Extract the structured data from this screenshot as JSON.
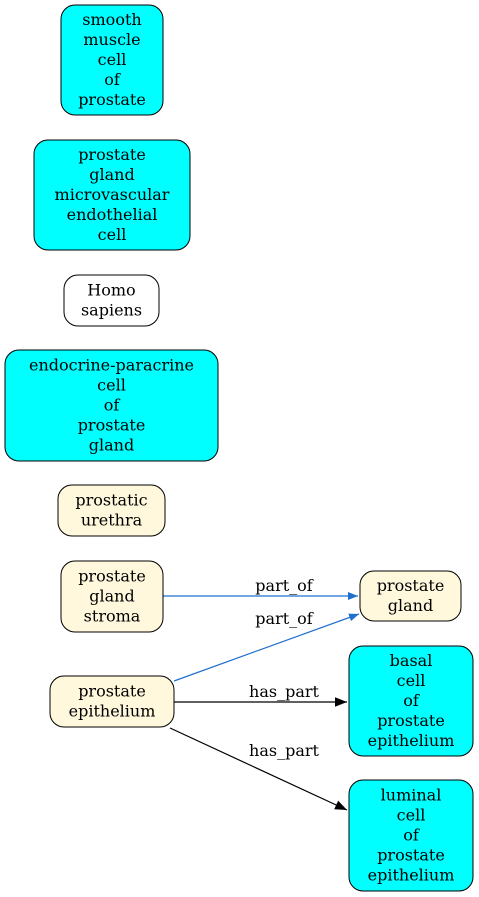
{
  "graph": {
    "nodes": [
      {
        "id": "smooth_muscle",
        "lines": [
          "smooth",
          "muscle",
          "cell",
          "of",
          "prostate"
        ],
        "fill": "#00ffff"
      },
      {
        "id": "microvascular",
        "lines": [
          "prostate",
          "gland",
          "microvascular",
          "endothelial",
          "cell"
        ],
        "fill": "#00ffff"
      },
      {
        "id": "homo_sapiens",
        "lines": [
          "Homo",
          "sapiens"
        ],
        "fill": "#ffffff"
      },
      {
        "id": "endocrine",
        "lines": [
          "endocrine-paracrine",
          "cell",
          "of",
          "prostate",
          "gland"
        ],
        "fill": "#00ffff"
      },
      {
        "id": "urethra",
        "lines": [
          "prostatic",
          "urethra"
        ],
        "fill": "#fff8dc"
      },
      {
        "id": "stroma",
        "lines": [
          "prostate",
          "gland",
          "stroma"
        ],
        "fill": "#fff8dc"
      },
      {
        "id": "epithelium",
        "lines": [
          "prostate",
          "epithelium"
        ],
        "fill": "#fff8dc"
      },
      {
        "id": "gland",
        "lines": [
          "prostate",
          "gland"
        ],
        "fill": "#fff8dc"
      },
      {
        "id": "basal",
        "lines": [
          "basal",
          "cell",
          "of",
          "prostate",
          "epithelium"
        ],
        "fill": "#00ffff"
      },
      {
        "id": "luminal",
        "lines": [
          "luminal",
          "cell",
          "of",
          "prostate",
          "epithelium"
        ],
        "fill": "#00ffff"
      }
    ],
    "edges": [
      {
        "id": "stroma_gland",
        "from": "stroma",
        "to": "gland",
        "label": "part_of",
        "color": "#1f6fcf"
      },
      {
        "id": "epi_gland",
        "from": "epithelium",
        "to": "gland",
        "label": "part_of",
        "color": "#1f6fcf"
      },
      {
        "id": "epi_basal",
        "from": "epithelium",
        "to": "basal",
        "label": "has_part",
        "color": "#000000"
      },
      {
        "id": "epi_luminal",
        "from": "epithelium",
        "to": "luminal",
        "label": "has_part",
        "color": "#000000"
      }
    ]
  }
}
